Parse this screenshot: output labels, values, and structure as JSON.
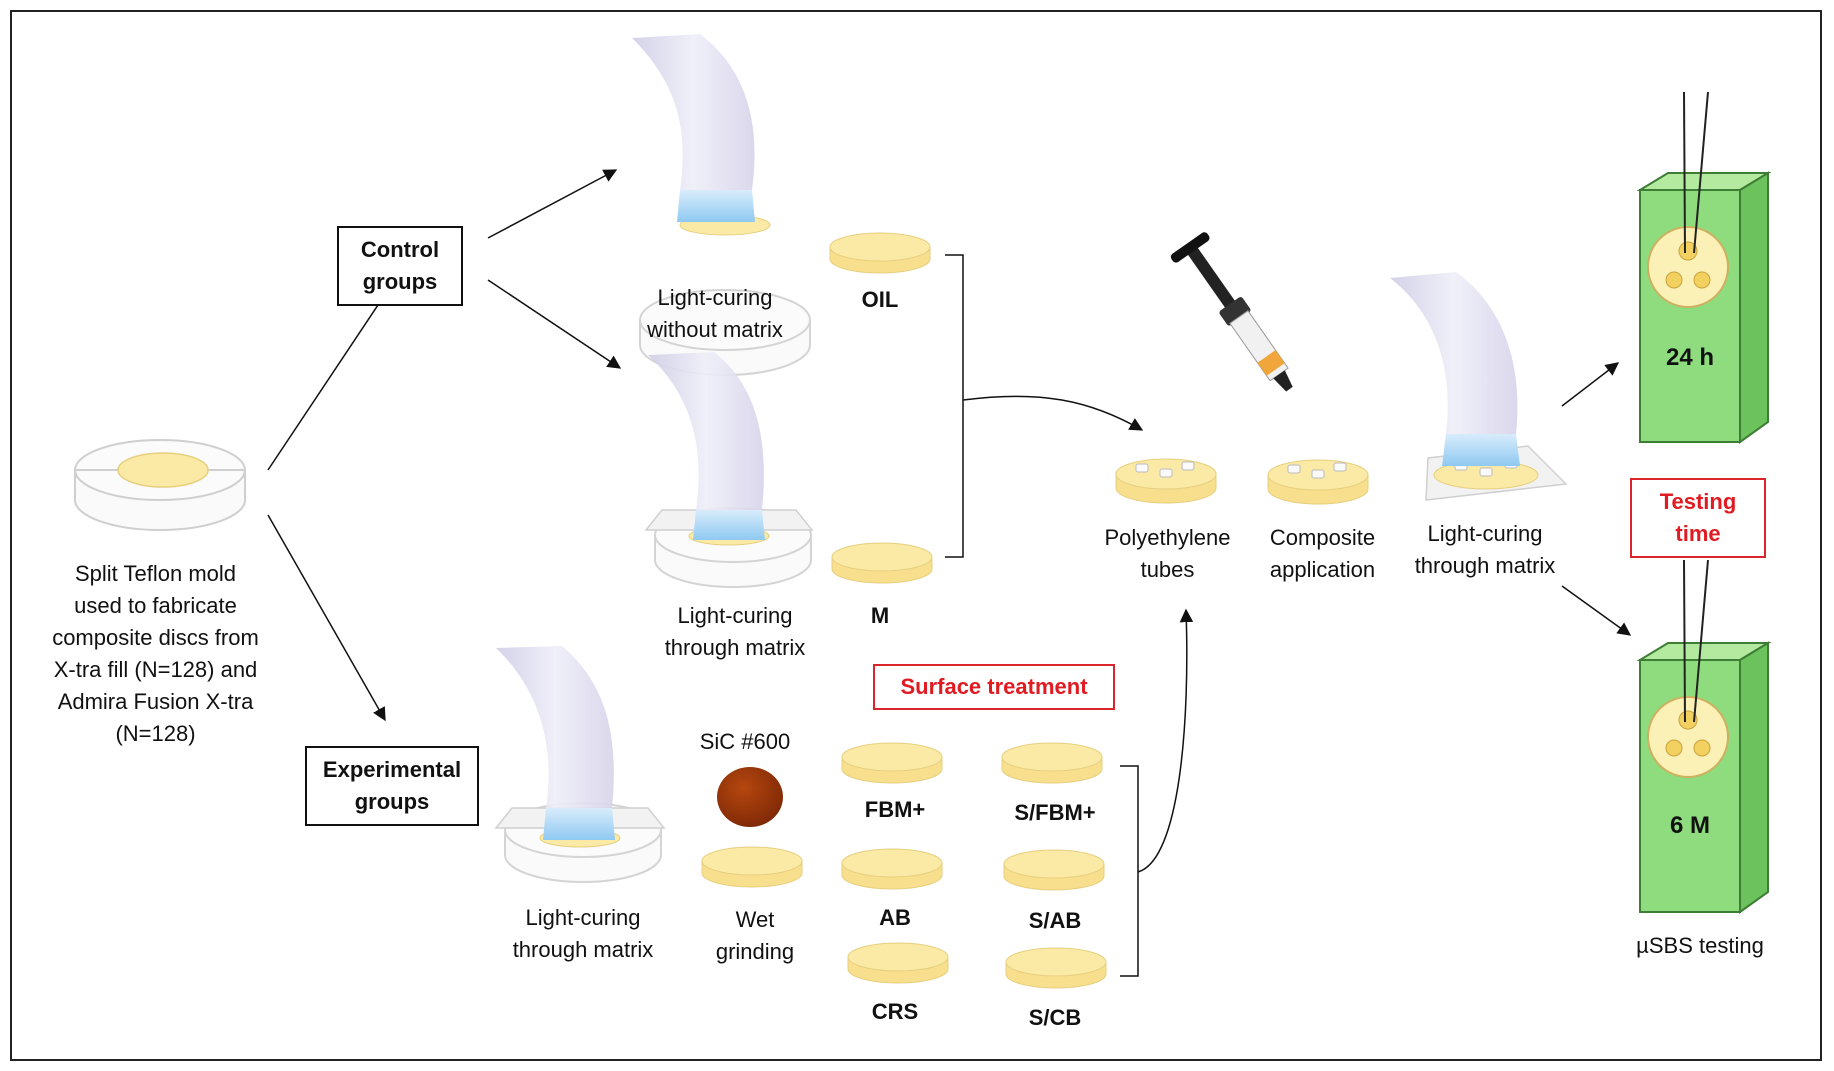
{
  "labels": {
    "mold": [
      "Split Teflon mold",
      "used to fabricate",
      "composite discs from",
      "X-tra fill (N=128) and",
      "Admira Fusion X-tra",
      "(N=128)"
    ],
    "control_groups": [
      "Control",
      "groups"
    ],
    "experimental_groups": [
      "Experimental",
      "groups"
    ],
    "lc_without_matrix": [
      "Light-curing",
      "without matrix"
    ],
    "lc_through_matrix_top": [
      "Light-curing",
      "through matrix"
    ],
    "lc_through_matrix_exp": [
      "Light-curing",
      "through matrix"
    ],
    "lc_through_matrix_right": [
      "Light-curing",
      "through matrix"
    ],
    "oil": "OIL",
    "m": "M",
    "surface_treatment": "Surface treatment",
    "sic": "SiC #600",
    "wet_grinding": [
      "Wet",
      "grinding"
    ],
    "fbm_plus": "FBM+",
    "ab": "AB",
    "crs": "CRS",
    "s_fbm_plus": "S/FBM+",
    "s_ab": "S/AB",
    "s_cb": "S/CB",
    "polyethylene_tubes": [
      "Polyethylene",
      "tubes"
    ],
    "composite_application": [
      "Composite",
      "application"
    ],
    "testing_time": [
      "Testing",
      "time"
    ],
    "h24": "24 h",
    "m6": "6 M",
    "musbs": "µSBS testing"
  },
  "colors": {
    "disc_fill": "#fbeaa6",
    "disc_stroke": "#e6cf7e",
    "sic_disc": "#9a3307",
    "block_front": "#8fdc7e",
    "block_side": "#6cc35d",
    "block_top": "#b3ea9f",
    "block_stroke": "#3e7d35",
    "accent_red": "#e01b22",
    "curing_tip": "#a9d6f5",
    "light_guide": "#d9d8ee"
  }
}
